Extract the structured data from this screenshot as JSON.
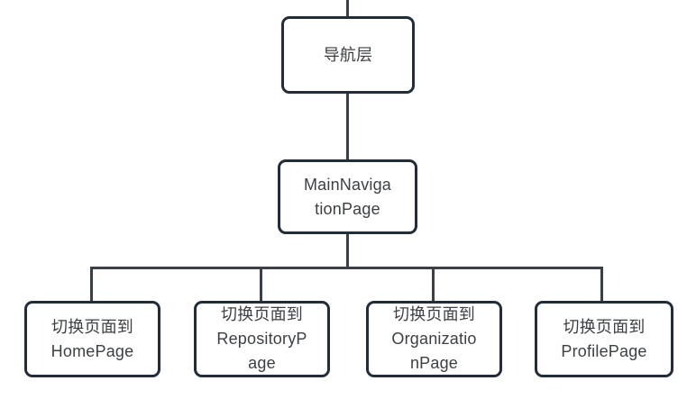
{
  "diagram": {
    "colors": {
      "node_border": "#232c39",
      "connector": "#3b4046",
      "text": "#3d4043",
      "background": "#ffffff"
    },
    "nodes": {
      "nav_layer": {
        "label": "导航层",
        "lines": [
          "导航层"
        ]
      },
      "main_navigation_page": {
        "label": "MainNavigationPage",
        "lines": [
          "MainNaviga",
          "tionPage"
        ]
      },
      "switch_home": {
        "label": "切换页面到HomePage",
        "lines": [
          "切换页面到",
          "HomePage"
        ]
      },
      "switch_repository": {
        "label": "切换页面到RepositoryPage",
        "lines": [
          "切换页面到",
          "RepositoryP",
          "age"
        ]
      },
      "switch_organization": {
        "label": "切换页面到OrganizationPage",
        "lines": [
          "切换页面到",
          "Organizatio",
          "nPage"
        ]
      },
      "switch_profile": {
        "label": "切换页面到ProfilePage",
        "lines": [
          "切换页面到",
          "ProfilePage"
        ]
      }
    }
  }
}
